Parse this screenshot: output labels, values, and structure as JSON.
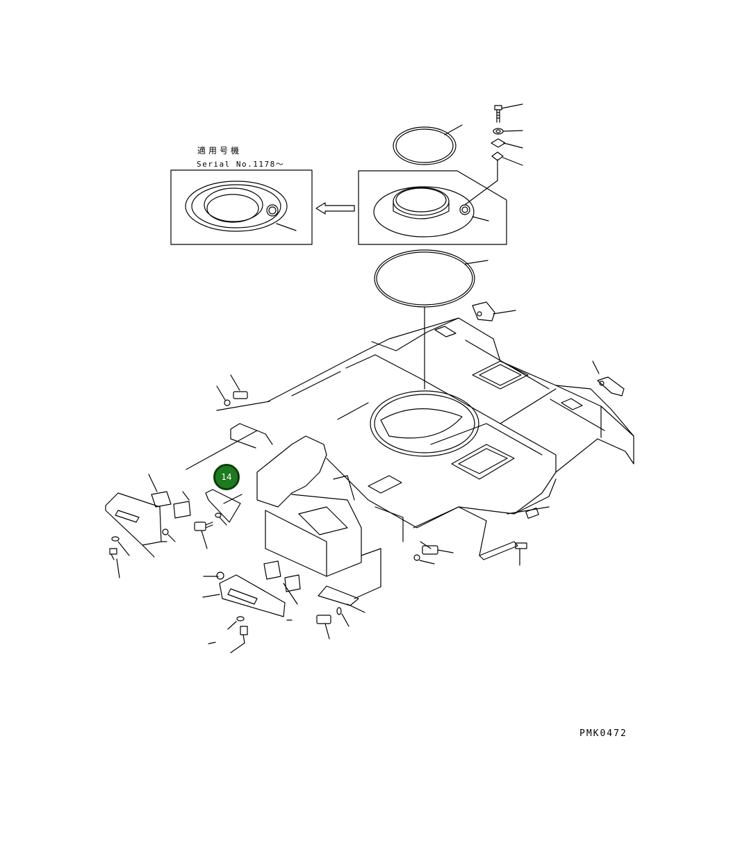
{
  "annotations": {
    "applicability_label": "適用号機",
    "serial_label": "Serial No.1178～",
    "figure_code": "PMK0472"
  },
  "callout": {
    "label": "14",
    "color": "#1f7a1f"
  }
}
